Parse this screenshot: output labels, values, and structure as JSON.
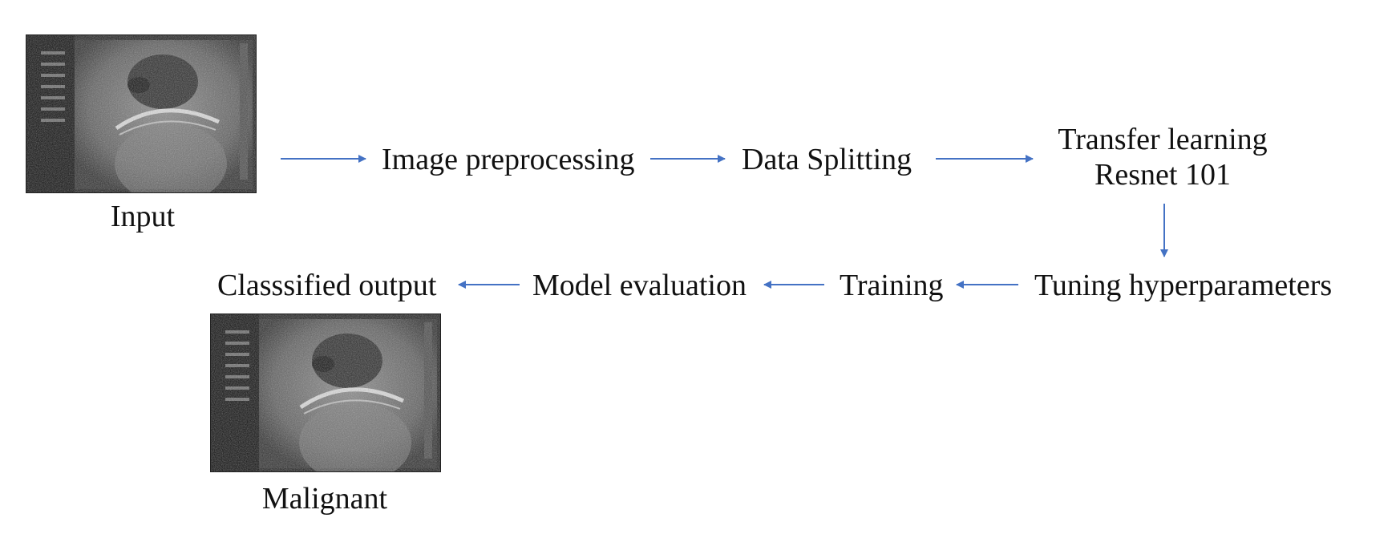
{
  "diagram": {
    "arrow_color": "#4472c4",
    "nodes": {
      "input_label": "Input",
      "preprocessing": "Image preprocessing",
      "splitting": "Data Splitting",
      "transfer_line1": "Transfer learning",
      "transfer_line2": "Resnet 101",
      "tuning": "Tuning hyperparameters",
      "training": "Training",
      "evaluation": "Model evaluation",
      "output": "Classsified output",
      "output_label": "Malignant"
    },
    "images": {
      "input_image": "ultrasound-scan",
      "output_image": "ultrasound-scan"
    }
  }
}
